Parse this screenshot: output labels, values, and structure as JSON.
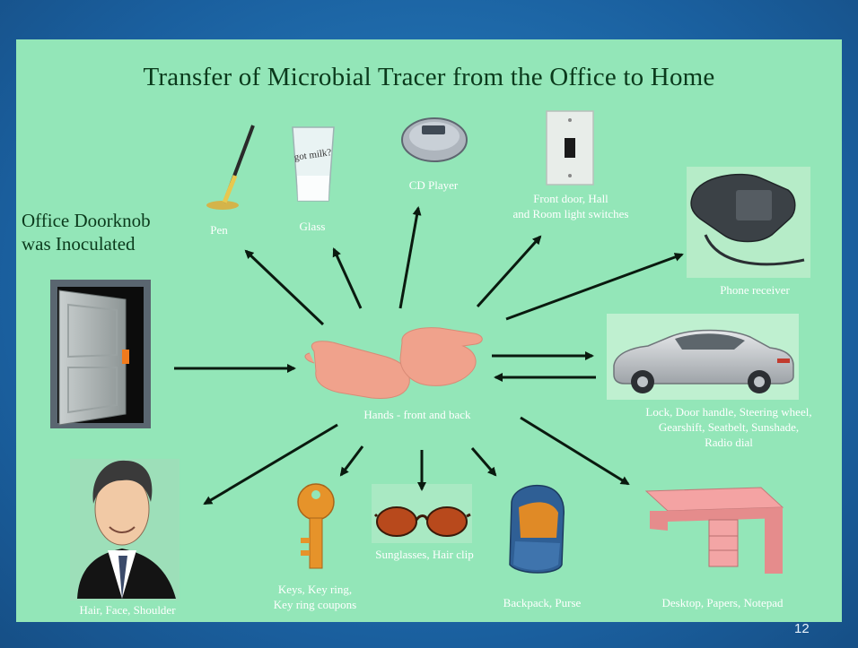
{
  "title": "Transfer of Microbial Tracer from the Office to Home",
  "source_label": [
    "Office Doorknob",
    "was Inoculated"
  ],
  "hub_label": "Hands - front and back",
  "nodes": {
    "pen": "Pen",
    "glass": "Glass",
    "cd_player": "CD Player",
    "light_switch": [
      "Front door, Hall",
      "and Room light switches"
    ],
    "phone": "Phone receiver",
    "car": [
      "Lock, Door handle, Steering wheel,",
      "Gearshift, Seatbelt, Sunshade,",
      "Radio dial"
    ],
    "face": "Hair, Face, Shoulder",
    "keys": [
      "Keys, Key ring,",
      "Key ring coupons"
    ],
    "sunglasses": "Sunglasses, Hair clip",
    "backpack": "Backpack, Purse",
    "desk": "Desktop, Papers, Notepad"
  },
  "glass_text": "got milk?",
  "page_number": "12"
}
